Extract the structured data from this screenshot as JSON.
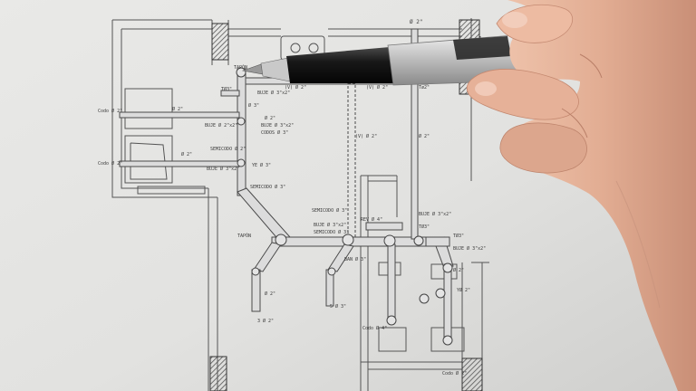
{
  "photo": {
    "paper_color": "#e4e4e2",
    "ink_color": "#4a4a4a",
    "pipe_fill": "#d9d9d9",
    "hatch_color": "#6a6a6a",
    "skin_color": "#e2b49c",
    "pen_barrel_color": "#1b1b1b"
  },
  "plan_labels": {
    "top_pipe": "Ø 2\"",
    "tapon_top": "TAPÓN",
    "tee_top_left": "TØ3\"",
    "buje_3x2_top": "BUJE Ø 3\"x2\"",
    "v_top": "(V) Ø 2\"",
    "v_top_right": "(V) Ø 2\"",
    "tee_top_right": "Tø2\"",
    "codo_left_top": "Codo Ø 2\"",
    "pipe_left_top": "Ø 2\"",
    "pipe_3_inch": "Ø 3\"",
    "pipe_2_inch": "Ø 2\"",
    "buje_2x2": "BUJE Ø 2\"x2\"",
    "codo_left_bottom": "Codo Ø 2\"",
    "pipe_left_bottom": "Ø 2\"",
    "semicodo_left": "SEMICODO Ø 2\"",
    "buje_left": "BUJE Ø 3\"x2\"",
    "buje_stack": "BUJE Ø 3\"x2\"",
    "codo_stack": "CODOS Ø 3\"",
    "ye_label": "YE Ø 3\"",
    "semicodo_diag": "SEMICODO Ø 3\"",
    "v_mid": "(V) Ø 2\"",
    "right_vertical": "Ø 2\"",
    "semicodo_center": "SEMICODO Ø 3\"",
    "buje_center": "BUJE Ø 3\"x2\"",
    "semicodo_center_2": "SEMICODO Ø 3\"",
    "rev_label": "REV Ø 4\"",
    "buje_right": "BUJE Ø 3\"x2\"",
    "tee_center": "TØ3\"",
    "tee_right": "TØ3\"",
    "buje_far_right": "BUJE Ø 3\"x2\"",
    "tapon_mid": "TAPÓN",
    "ban_label": "BAN Ø 3\"",
    "pipe_vert_right": "Ø 2\"",
    "tee_small_right": "YØ 2\"",
    "pipe_left_down": "Ø 2\"",
    "pipe_3_down": "3 Ø 2\"",
    "pipe_5_down": "5 Ø 3\"",
    "codo_bottom": "Codo Ø 4\"",
    "codo_bottom_right": "Codo Ø 2\""
  }
}
